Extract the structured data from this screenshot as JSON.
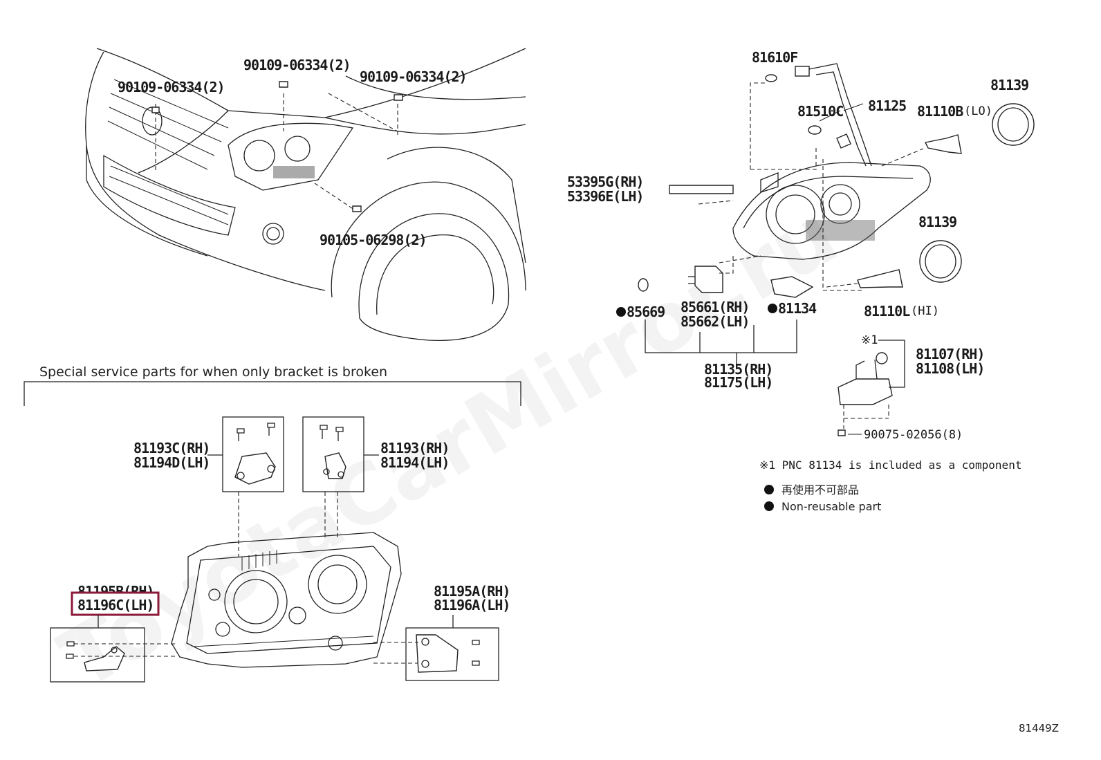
{
  "section_title": "Special service parts for when only bracket is broken",
  "watermark": "ToyotaCarMirror.ru",
  "figure_id": "81449Z",
  "highlight_color": "#8b1a3a",
  "notes": {
    "star_note": "※1 PNC 81134 is included as a component",
    "legend_jp": "再使用不可部品",
    "legend_en": "Non-reusable part"
  },
  "parts": {
    "bolt_top_left": "90109-06334(2)",
    "bolt_top_mid": "90109-06334(2)",
    "bolt_top_right": "90109-06334(2)",
    "screw_lower": "90105-06298(2)",
    "p81610F": "81610F",
    "p81510C": "81510C",
    "p81125": "81125",
    "p81110B": "81110B",
    "p81110B_suffix": "(LO)",
    "p81139_top": "81139",
    "p81139_mid": "81139",
    "p53395G": "53395G(RH)",
    "p53396E": "53396E(LH)",
    "p85669": "85669",
    "p85661": "85661(RH)",
    "p85662": "85662(LH)",
    "p81134": "81134",
    "p81110L": "81110L",
    "p81110L_suffix": "(HI)",
    "p81135": "81135(RH)",
    "p81175": "81175(LH)",
    "star1": "※1",
    "p81107": "81107(RH)",
    "p81108": "81108(LH)",
    "p90075": "90075-02056(8)",
    "p81193C": "81193C(RH)",
    "p81194D": "81194D(LH)",
    "p81193": "81193(RH)",
    "p81194": "81194(LH)",
    "p81195B": "81195B(RH)",
    "p81196C": "81196C(LH)",
    "p81195A": "81195A(RH)",
    "p81196A": "81196A(LH)"
  }
}
